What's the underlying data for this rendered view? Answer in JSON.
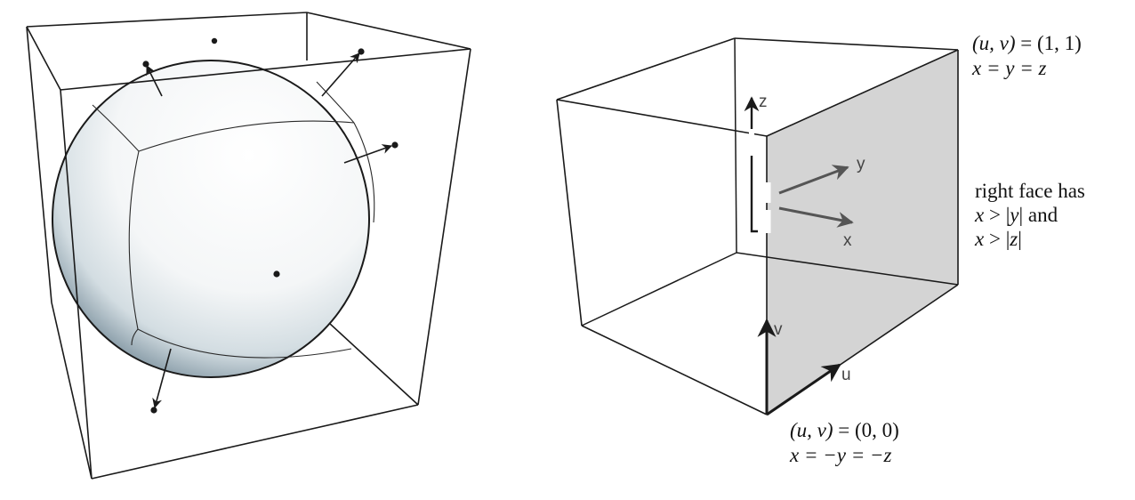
{
  "colors": {
    "outline": "#1a1a1a",
    "face_fill": "#d4d4d4",
    "axis_grey": "#555555",
    "sphere_light": "#ffffff",
    "sphere_shadow": "#6f8694"
  },
  "labels": {
    "axis_z": "z",
    "axis_y": "y",
    "axis_x": "x",
    "axis_v": "v",
    "axis_u": "u",
    "top_corner": {
      "line1_a": "(u, v)",
      "line1_b": " = (1, 1)",
      "line2": "x = y = z"
    },
    "bottom_corner": {
      "line1_a": "(u, v)",
      "line1_b": " = (0, 0)",
      "line2": "x = −y = −z"
    },
    "face_note": {
      "line1": "right face has",
      "line2_a": "x",
      "line2_b": " > |",
      "line2_c": "y",
      "line2_d": "| and",
      "line3_a": "x",
      "line3_b": " > |",
      "line3_c": "z",
      "line3_d": "|"
    }
  }
}
